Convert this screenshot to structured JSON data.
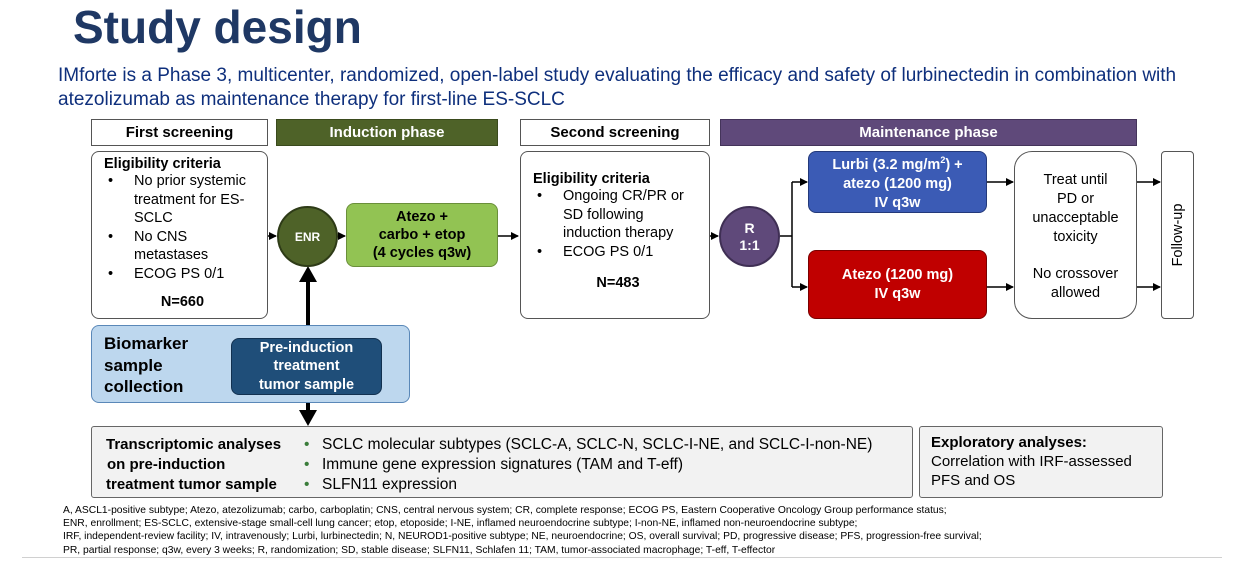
{
  "title": "Study design",
  "subtitle": "IMforte is a Phase 3, multicenter, randomized, open-label study evaluating the efficacy and safety of lurbinectedin in combination with atezolizumab as maintenance therapy for first-line ES-SCLC",
  "headers": {
    "first_screening": "First screening",
    "induction_phase": "Induction phase",
    "second_screening": "Second screening",
    "maintenance_phase": "Maintenance phase"
  },
  "first_screening": {
    "title": "Eligibility criteria",
    "items": [
      "No prior systemic treatment for ES-SCLC",
      "No CNS metastases",
      "ECOG PS 0/1"
    ],
    "n": "N=660"
  },
  "enr_label": "ENR",
  "induction_box": {
    "line1": "Atezo +",
    "line2": "carbo + etop",
    "line3": "(4 cycles q3w)"
  },
  "second_screening": {
    "title": "Eligibility criteria",
    "items": [
      "Ongoing CR/PR or SD following induction therapy",
      "ECOG PS 0/1"
    ],
    "n": "N=483"
  },
  "randomization": {
    "line1": "R",
    "line2": "1:1"
  },
  "arm_a": {
    "line1_pre": "Lurbi (3.2 mg/m",
    "line1_sup": "2",
    "line1_post": ") +",
    "line2": "atezo (1200 mg)",
    "line3": "IV q3w"
  },
  "arm_b": {
    "line1": "Atezo (1200 mg)",
    "line2": "IV q3w"
  },
  "treat_until": {
    "line1": "Treat until",
    "line2": "PD or",
    "line3": "unacceptable",
    "line4": "toxicity",
    "line5": "No crossover",
    "line6": "allowed"
  },
  "follow_up": "Follow-up",
  "biomarker": {
    "label_line1": "Biomarker",
    "label_line2": "sample",
    "label_line3": "collection",
    "sample_line1": "Pre-induction",
    "sample_line2": "treatment",
    "sample_line3": "tumor sample"
  },
  "transcriptomic": {
    "label_line1": "Transcriptomic analyses",
    "label_line2": "on pre-induction",
    "label_line3": "treatment tumor sample",
    "bullet": "•",
    "items": [
      "SCLC molecular subtypes (SCLC-A, SCLC-N, SCLC-I-NE, and SCLC-I-non-NE)",
      "Immune gene expression signatures (TAM and T-eff)",
      "SLFN11 expression"
    ]
  },
  "exploratory": {
    "title": "Exploratory analyses:",
    "line1": "Correlation with IRF-assessed",
    "line2": "PFS and OS"
  },
  "footnotes": [
    "A, ASCL1-positive subtype; Atezo, atezolizumab; carbo, carboplatin; CNS, central nervous system; CR, complete response; ECOG PS, Eastern Cooperative Oncology Group performance status;",
    "ENR, enrollment; ES-SCLC, extensive-stage small-cell lung cancer; etop, etoposide; I-NE, inflamed neuroendocrine subtype; I-non-NE, inflamed non-neuroendocrine subtype;",
    "IRF, independent-review facility; IV, intravenously; Lurbi, lurbinectedin; N, NEUROD1-positive subtype; NE, neuroendocrine; OS, overall survival; PD, progressive disease; PFS, progression-free survival;",
    "PR, partial response; q3w, every 3 weeks; R, randomization; SD, stable disease; SLFN11, Schlafen 11; TAM, tumor-associated macrophage; T-eff, T-effector"
  ],
  "colors": {
    "title": "#1f3864",
    "subtitle": "#0e2f7c",
    "induction_header": "#4e6228",
    "maintenance_header": "#5f497a",
    "enr_circle": "#4e6228",
    "induction_box": "#92c353",
    "randomization_circle": "#5f497a",
    "arm_a": "#3b5bb5",
    "arm_b": "#c00000",
    "biomarker_bg": "#bdd7ee",
    "sample_box": "#1f4e79",
    "analysis_bg": "#f2f2f2"
  }
}
